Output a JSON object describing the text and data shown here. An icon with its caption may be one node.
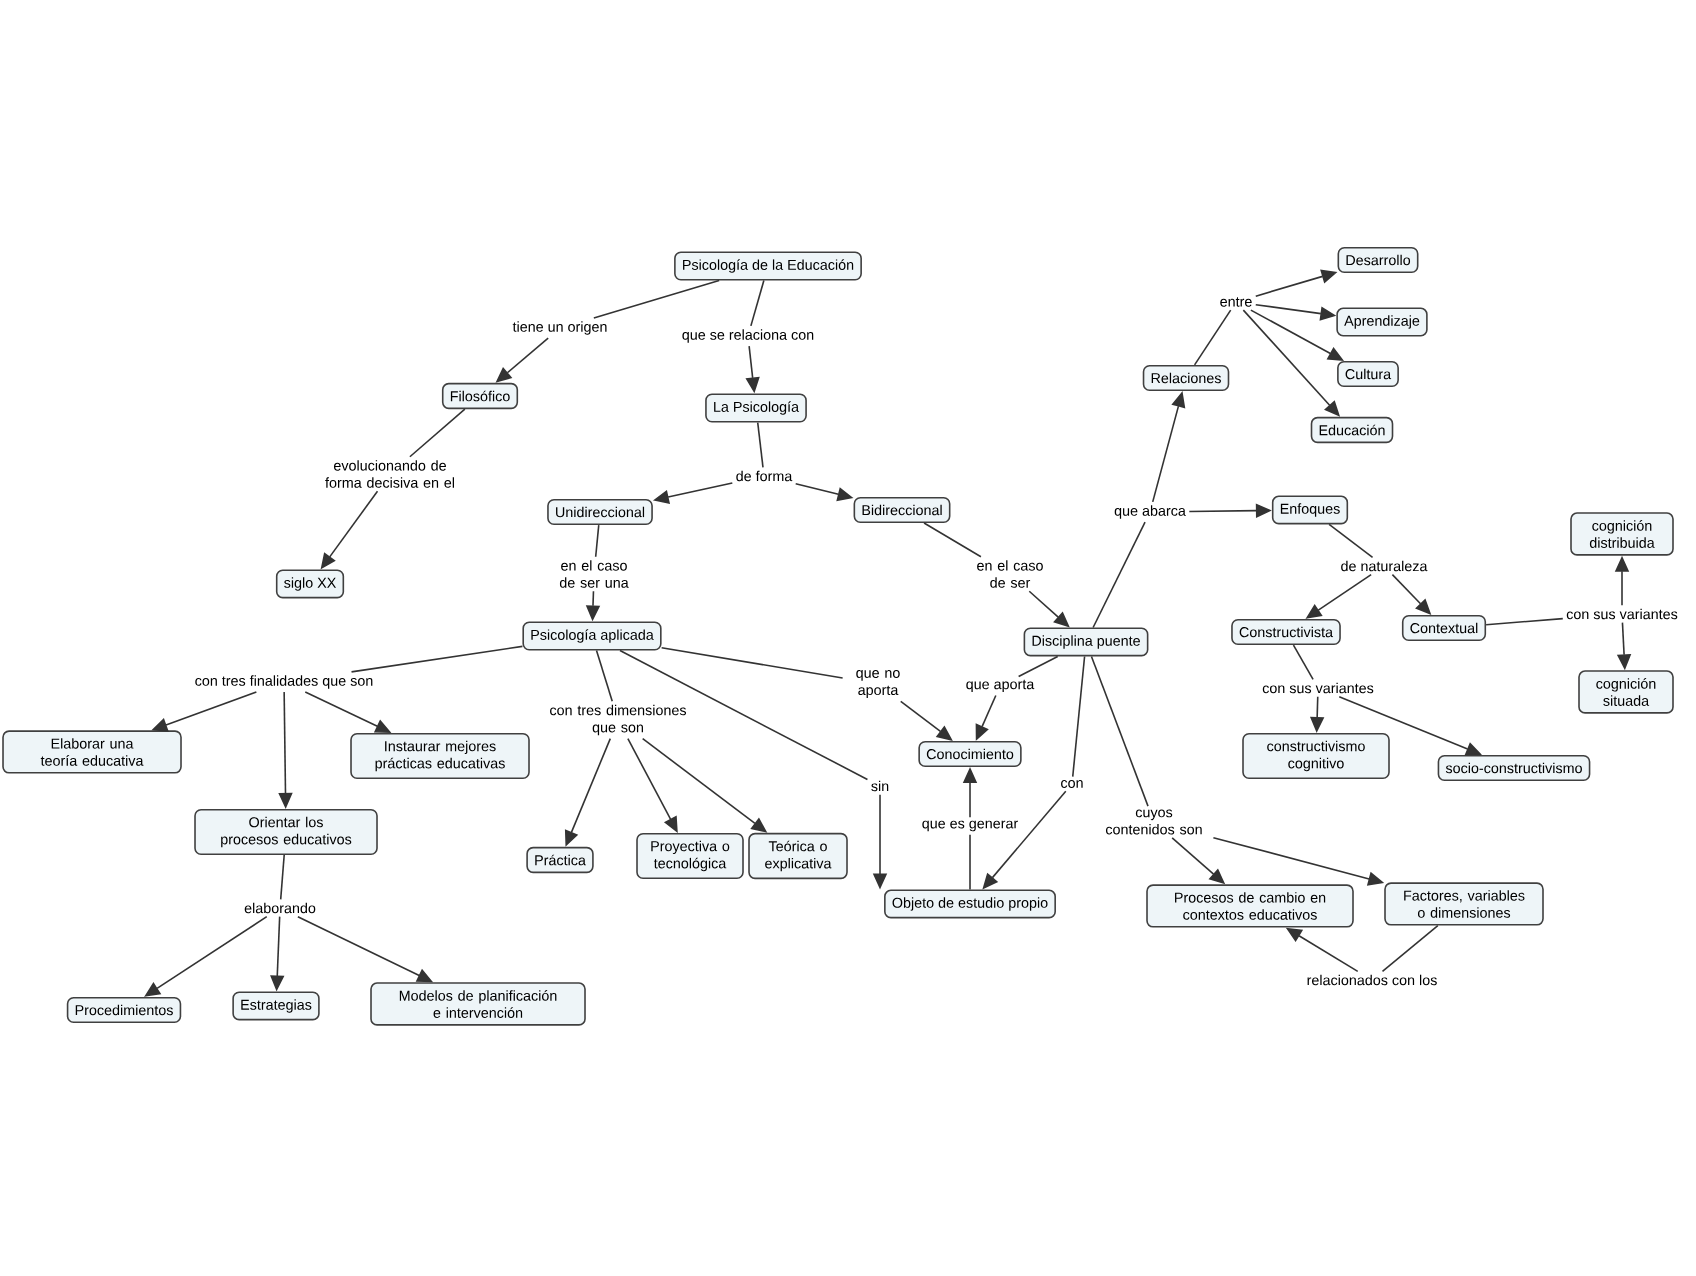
{
  "diagram": {
    "nodes": [
      {
        "text": [
          "Psicología de la Educación"
        ]
      },
      {
        "text": [
          "Filosófico"
        ]
      },
      {
        "text": [
          "La Psicología"
        ]
      },
      {
        "text": [
          "siglo XX"
        ]
      },
      {
        "text": [
          "Unidireccional"
        ]
      },
      {
        "text": [
          "Bidireccional"
        ]
      },
      {
        "text": [
          "Psicología aplicada"
        ]
      },
      {
        "text": [
          "Disciplina puente"
        ]
      },
      {
        "text": [
          "Relaciones"
        ]
      },
      {
        "text": [
          "Desarrollo"
        ]
      },
      {
        "text": [
          "Aprendizaje"
        ]
      },
      {
        "text": [
          "Cultura"
        ]
      },
      {
        "text": [
          "Educación"
        ]
      },
      {
        "text": [
          "Enfoques"
        ]
      },
      {
        "text": [
          "Constructivista"
        ]
      },
      {
        "text": [
          "Contextual"
        ]
      },
      {
        "text": [
          "cognición distribuida"
        ]
      },
      {
        "text": [
          "cognición situada"
        ]
      },
      {
        "text": [
          "constructivismo cognitivo"
        ]
      },
      {
        "text": [
          "socio-constructivismo"
        ]
      },
      {
        "text": [
          "Conocimiento"
        ]
      },
      {
        "text": [
          "Objeto de estudio propio"
        ]
      },
      {
        "text": [
          "Procesos de cambio en contextos educativos"
        ]
      },
      {
        "text": [
          "Factores, variables o dimensiones"
        ]
      },
      {
        "text": [
          "Elaborar una teoría educativa"
        ]
      },
      {
        "text": [
          "Instaurar mejores prácticas educativas"
        ]
      },
      {
        "text": [
          "Orientar los procesos educativos"
        ]
      },
      {
        "text": [
          "Práctica"
        ]
      },
      {
        "text": [
          "Proyectiva o tecnológica"
        ]
      },
      {
        "text": [
          "Teórica o explicativa"
        ]
      },
      {
        "text": [
          "Procedimientos"
        ]
      },
      {
        "text": [
          "Estrategias"
        ]
      },
      {
        "text": [
          "Modelos de planificación e intervención"
        ]
      },
      {
        "text": [
          "tiene un origen"
        ]
      },
      {
        "text": [
          "que se relaciona con"
        ]
      },
      {
        "text": [
          "evolucionando de forma decisiva en el"
        ]
      },
      {
        "text": [
          "de forma"
        ]
      },
      {
        "text": [
          "en el caso de ser una"
        ]
      },
      {
        "text": [
          "en el caso de ser"
        ]
      },
      {
        "text": [
          "entre"
        ]
      },
      {
        "text": [
          "que abarca"
        ]
      },
      {
        "text": [
          "de naturaleza"
        ]
      },
      {
        "text": [
          "con sus variantes"
        ]
      },
      {
        "text": [
          "con sus variantes"
        ]
      },
      {
        "text": [
          "con tres finalidades que son"
        ]
      },
      {
        "text": [
          "con tres dimensiones que son"
        ]
      },
      {
        "text": [
          "que no aporta"
        ]
      },
      {
        "text": [
          "que aporta"
        ]
      },
      {
        "text": [
          "sin"
        ]
      },
      {
        "text": [
          "con"
        ]
      },
      {
        "text": [
          "que es generar"
        ]
      },
      {
        "text": [
          "cuyos contenidos son"
        ]
      },
      {
        "text": [
          "elaborando"
        ]
      },
      {
        "text": [
          "relacionados con los"
        ]
      }
    ],
    "edges": [
      {
        "from": 0,
        "to": 33,
        "arrow": "none"
      },
      {
        "from": 33,
        "to": 1,
        "arrow": "to"
      },
      {
        "from": 0,
        "to": 34,
        "arrow": "none"
      },
      {
        "from": 34,
        "to": 2,
        "arrow": "to"
      },
      {
        "from": 1,
        "to": 35,
        "arrow": "none"
      },
      {
        "from": 35,
        "to": 3,
        "arrow": "to"
      },
      {
        "from": 2,
        "to": 36,
        "arrow": "none"
      },
      {
        "from": 36,
        "to": 4,
        "arrow": "to"
      },
      {
        "from": 36,
        "to": 5,
        "arrow": "to"
      },
      {
        "from": 4,
        "to": 37,
        "arrow": "none"
      },
      {
        "from": 37,
        "to": 6,
        "arrow": "to"
      },
      {
        "from": 5,
        "to": 38,
        "arrow": "none"
      },
      {
        "from": 38,
        "to": 7,
        "arrow": "to"
      },
      {
        "from": 7,
        "to": 40,
        "arrow": "none"
      },
      {
        "from": 40,
        "to": 8,
        "arrow": "to"
      },
      {
        "from": 40,
        "to": 13,
        "arrow": "to"
      },
      {
        "from": 8,
        "to": 39,
        "arrow": "none"
      },
      {
        "from": 39,
        "to": 9,
        "arrow": "to"
      },
      {
        "from": 39,
        "to": 10,
        "arrow": "to"
      },
      {
        "from": 39,
        "to": 11,
        "arrow": "to"
      },
      {
        "from": 39,
        "to": 12,
        "arrow": "to"
      },
      {
        "from": 13,
        "to": 41,
        "arrow": "none"
      },
      {
        "from": 41,
        "to": 14,
        "arrow": "to"
      },
      {
        "from": 41,
        "to": 15,
        "arrow": "to"
      },
      {
        "from": 15,
        "to": 42,
        "arrow": "none"
      },
      {
        "from": 42,
        "to": 16,
        "arrow": "to"
      },
      {
        "from": 42,
        "to": 17,
        "arrow": "to"
      },
      {
        "from": 14,
        "to": 43,
        "arrow": "none"
      },
      {
        "from": 43,
        "to": 18,
        "arrow": "to"
      },
      {
        "from": 43,
        "to": 19,
        "arrow": "to"
      },
      {
        "from": 6,
        "to": 44,
        "arrow": "none"
      },
      {
        "from": 44,
        "to": 24,
        "arrow": "to"
      },
      {
        "from": 44,
        "to": 25,
        "arrow": "to"
      },
      {
        "from": 44,
        "to": 26,
        "arrow": "to"
      },
      {
        "from": 6,
        "to": 45,
        "arrow": "none"
      },
      {
        "from": 45,
        "to": 27,
        "arrow": "to"
      },
      {
        "from": 45,
        "to": 28,
        "arrow": "to"
      },
      {
        "from": 45,
        "to": 29,
        "arrow": "to"
      },
      {
        "from": 6,
        "to": 46,
        "arrow": "none"
      },
      {
        "from": 46,
        "to": 20,
        "arrow": "to"
      },
      {
        "from": 6,
        "to": 48,
        "arrow": "none"
      },
      {
        "from": 48,
        "to": 21,
        "arrow": "to"
      },
      {
        "from": 7,
        "to": 47,
        "arrow": "none"
      },
      {
        "from": 47,
        "to": 20,
        "arrow": "to"
      },
      {
        "from": 7,
        "to": 49,
        "arrow": "none"
      },
      {
        "from": 49,
        "to": 21,
        "arrow": "to"
      },
      {
        "from": 7,
        "to": 51,
        "arrow": "none"
      },
      {
        "from": 51,
        "to": 22,
        "arrow": "to"
      },
      {
        "from": 51,
        "to": 23,
        "arrow": "to"
      },
      {
        "from": 21,
        "to": 50,
        "arrow": "none"
      },
      {
        "from": 50,
        "to": 20,
        "arrow": "to"
      },
      {
        "from": 26,
        "to": 52,
        "arrow": "none"
      },
      {
        "from": 52,
        "to": 30,
        "arrow": "to"
      },
      {
        "from": 52,
        "to": 31,
        "arrow": "to"
      },
      {
        "from": 52,
        "to": 32,
        "arrow": "to"
      },
      {
        "from": 23,
        "to": 53,
        "arrow": "none"
      },
      {
        "from": 53,
        "to": 22,
        "arrow": "to"
      }
    ]
  }
}
